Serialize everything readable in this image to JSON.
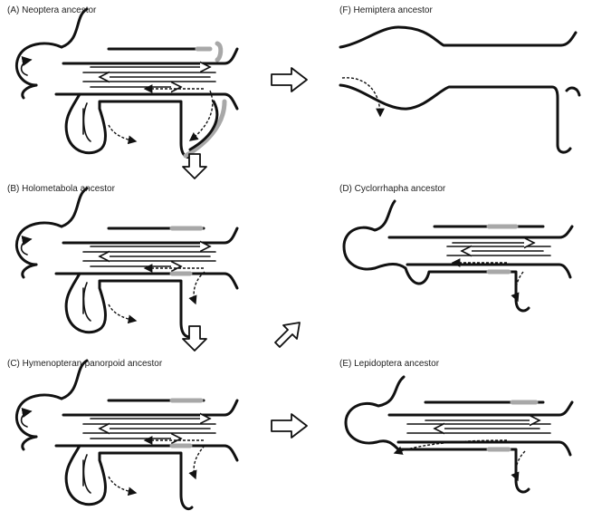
{
  "panels": {
    "a": {
      "label": "(A)  Neoptera ancestor"
    },
    "b": {
      "label": "(B)  Holometabola ancestor"
    },
    "c": {
      "label": "(C)  Hymenopteran-panorpoid ancestor"
    },
    "d": {
      "label": "(D)  Cyclorrhapha ancestor"
    },
    "e": {
      "label": "(E)  Lepidoptera ancestor"
    },
    "f": {
      "label": "(F)  Hemiptera ancestor"
    }
  },
  "colors": {
    "line": "#111111",
    "highlight": "#a8a8a8"
  }
}
